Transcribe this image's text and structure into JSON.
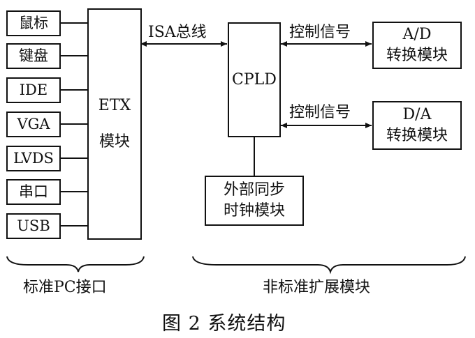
{
  "interfaces": [
    "鼠标",
    "键盘",
    "IDE",
    "VGA",
    "LVDS",
    "串口",
    "USB"
  ],
  "etx": {
    "line1": "ETX",
    "line2": "模块"
  },
  "isa_bus": "ISA总线",
  "cpld": "CPLD",
  "control_signal_top": "控制信号",
  "control_signal_bottom": "控制信号",
  "ad": {
    "line1": "A/D",
    "line2": "转换模块"
  },
  "da": {
    "line1": "D/A",
    "line2": "转换模块"
  },
  "clock": {
    "line1": "外部同步",
    "line2": "时钟模块"
  },
  "groups": {
    "left": "标准PC接口",
    "right": "非标准扩展模块"
  },
  "caption": "图 2  系统结构"
}
